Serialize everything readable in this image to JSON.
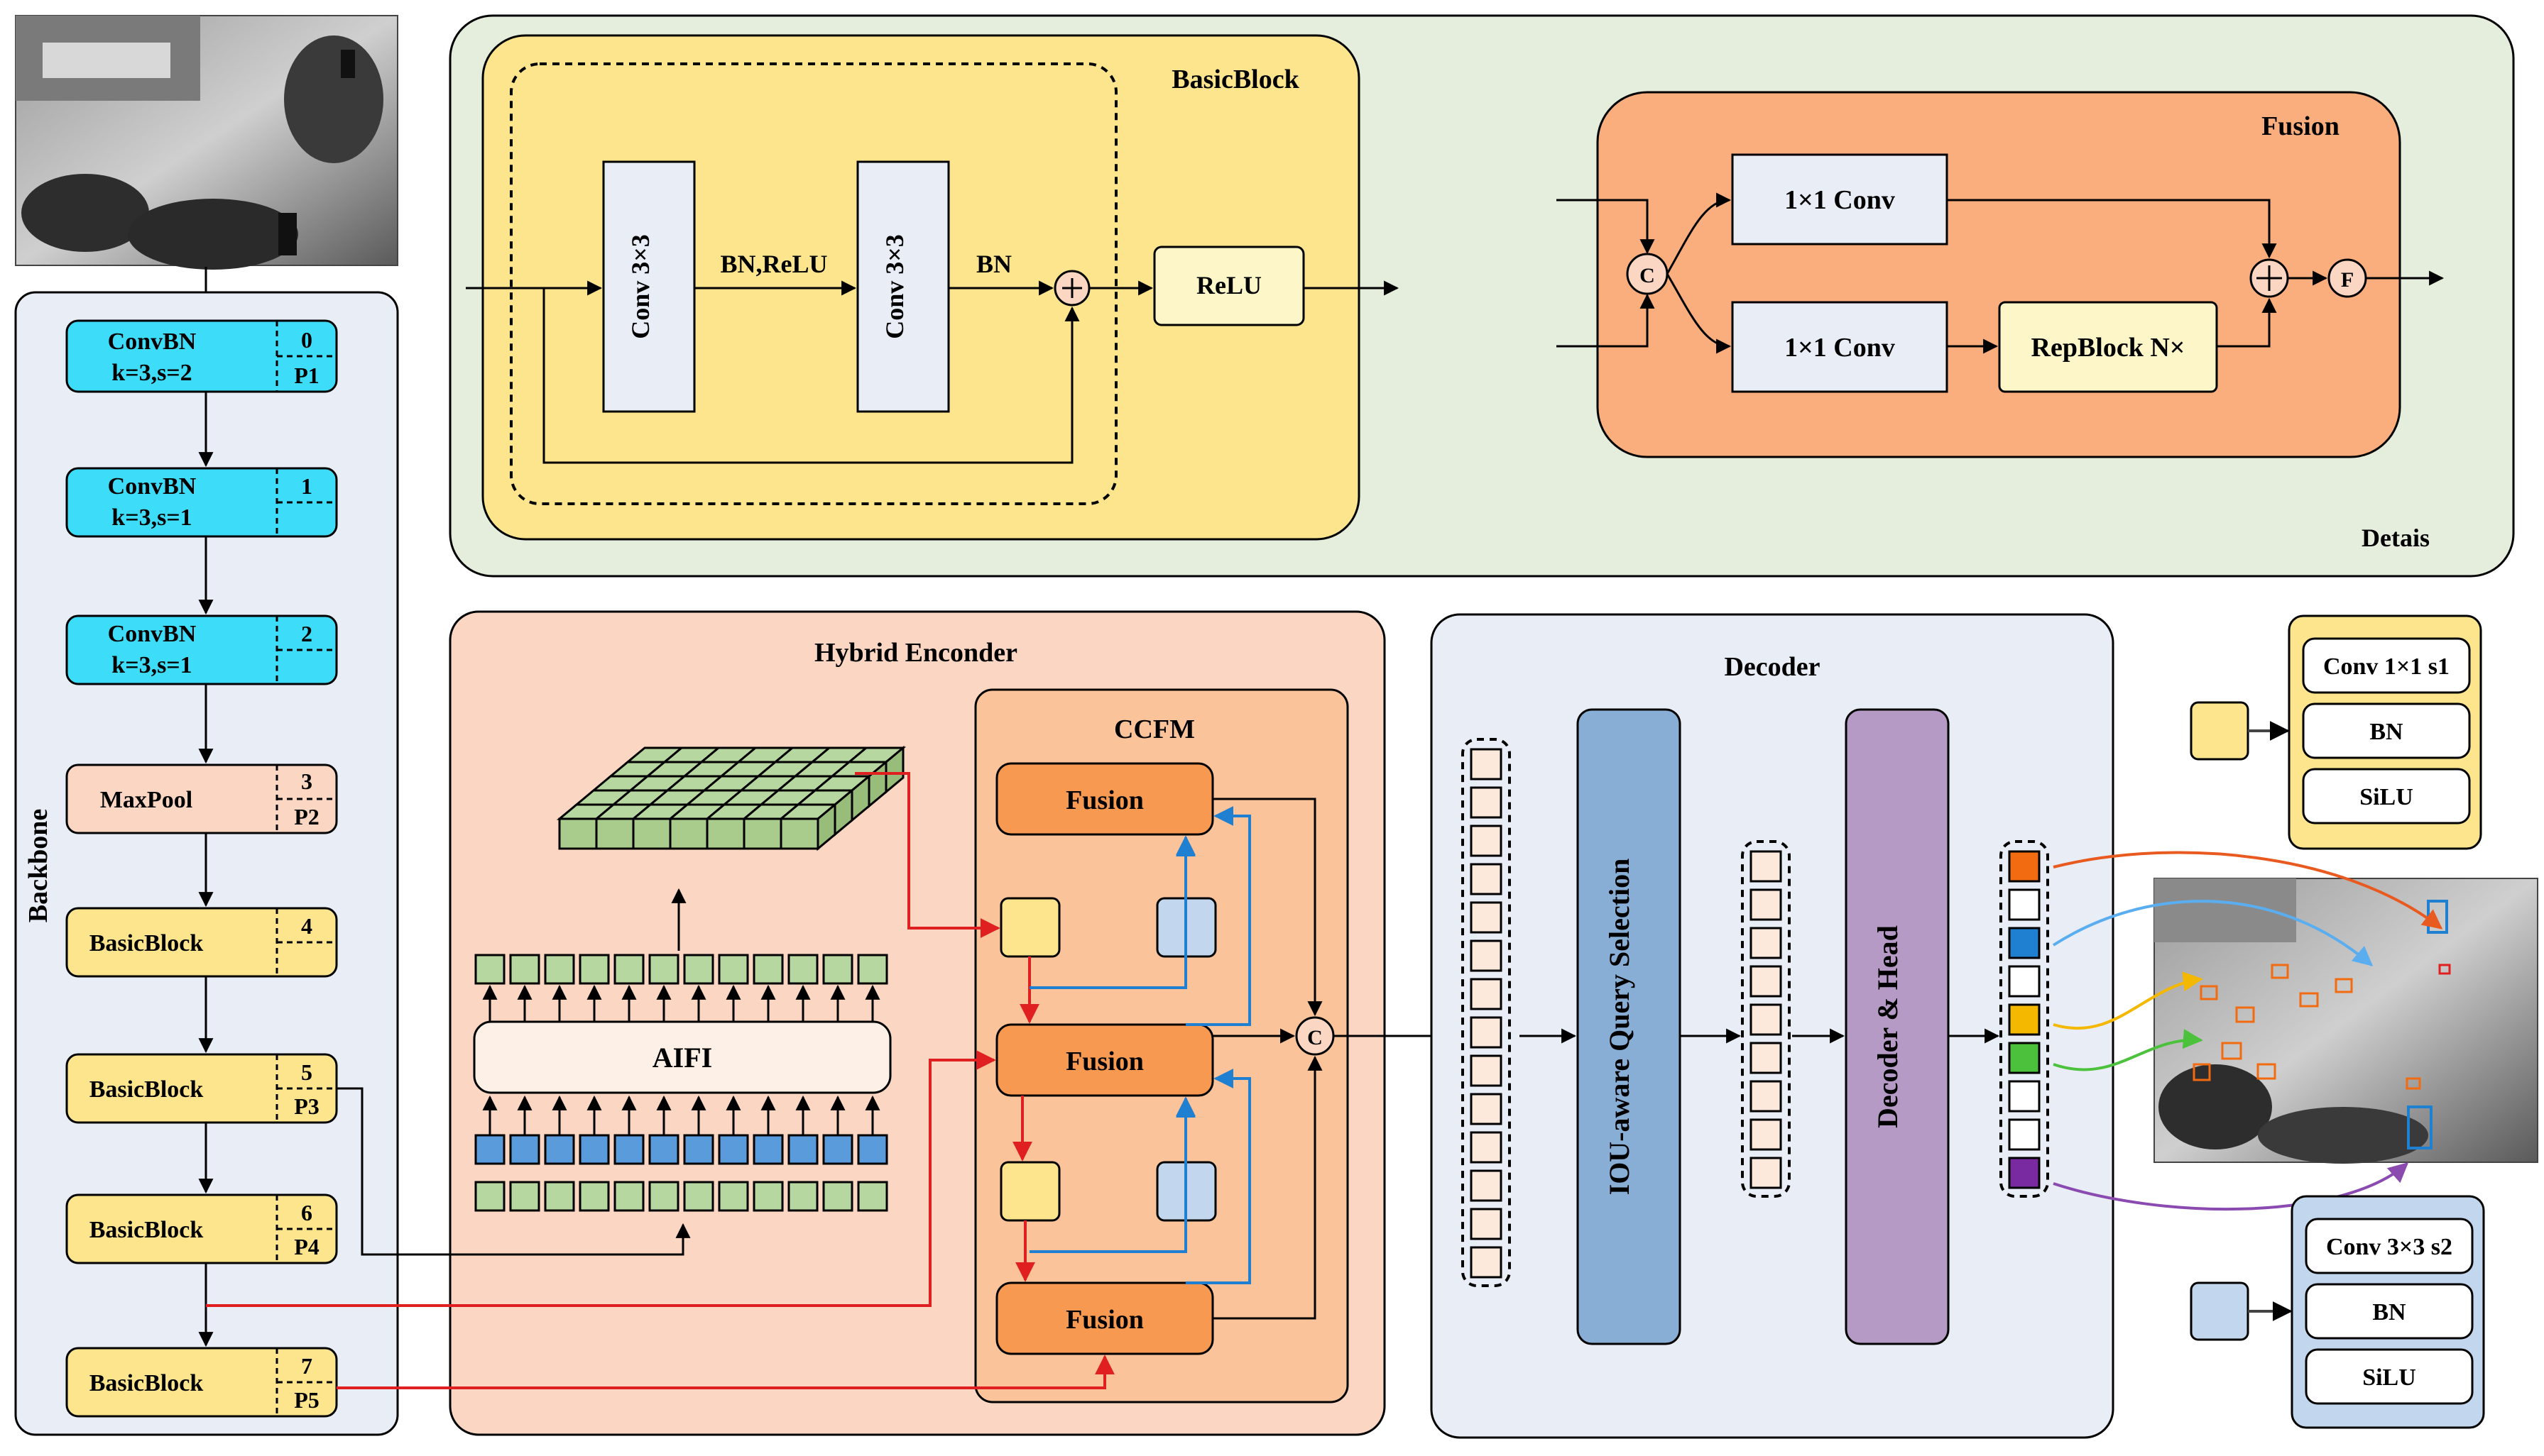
{
  "backbone": {
    "title": "Backbone",
    "blocks": [
      {
        "label": "ConvBN",
        "sub": "k=3,s=2",
        "index": "0",
        "tag": "P1",
        "color": "#3ddcf8"
      },
      {
        "label": "ConvBN",
        "sub": "k=3,s=1",
        "index": "1",
        "tag": "",
        "color": "#3ddcf8"
      },
      {
        "label": "ConvBN",
        "sub": "k=3,s=1",
        "index": "2",
        "tag": "",
        "color": "#3ddcf8"
      },
      {
        "label": "MaxPool",
        "sub": "",
        "index": "3",
        "tag": "P2",
        "color": "#fbd7c3"
      },
      {
        "label": "BasicBlock",
        "sub": "",
        "index": "4",
        "tag": "",
        "color": "#fde58d"
      },
      {
        "label": "BasicBlock",
        "sub": "",
        "index": "5",
        "tag": "P3",
        "color": "#fde58d"
      },
      {
        "label": "BasicBlock",
        "sub": "",
        "index": "6",
        "tag": "P4",
        "color": "#fde58d"
      },
      {
        "label": "BasicBlock",
        "sub": "",
        "index": "7",
        "tag": "P5",
        "color": "#fde58d"
      }
    ]
  },
  "details": {
    "title": "Detais",
    "basic_block": {
      "title": "BasicBlock",
      "conv1": "Conv 3×3",
      "conv2": "Conv 3×3",
      "bn_relu": "BN,ReLU",
      "bn": "BN",
      "relu": "ReLU"
    },
    "fusion": {
      "title": "Fusion",
      "conv_a": "1×1 Conv",
      "conv_b": "1×1 Conv",
      "repblock": "RepBlock N×",
      "concat": "C",
      "flatten": "F"
    }
  },
  "encoder": {
    "title": "Hybrid Enconder",
    "aifi": "AIFI",
    "ccfm": {
      "title": "CCFM",
      "fusion_top": "Fusion",
      "fusion_mid": "Fusion",
      "fusion_bot": "Fusion",
      "concat": "C"
    }
  },
  "decoder": {
    "title": "Decoder",
    "query_selection": "IOU-aware Query Selection",
    "decoder_head": "Decoder & Head",
    "output_colors": [
      "#f26b10",
      "#ffffff",
      "#1f7fd0",
      "#ffffff",
      "#f5b800",
      "#4cc23c",
      "#ffffff",
      "#ffffff",
      "#7a2aa0"
    ]
  },
  "legend": {
    "yellow": {
      "rows": [
        "Conv 1×1 s1",
        "BN",
        "SiLU"
      ]
    },
    "blue": {
      "rows": [
        "Conv 3×3 s2",
        "BN",
        "SiLU"
      ]
    }
  },
  "colors": {
    "details_bg": "#e5eedc",
    "basic_bg": "#fde58d",
    "fusion_bg": "#fbae7d",
    "encoder_bg": "#fbd7c3",
    "ccfm_bg": "#fbc399",
    "decoder_bg": "#e8edf6",
    "backbone_bg": "#e8edf6",
    "fusion_block": "#f79950",
    "query": "#88aed6",
    "dec_head": "#b49ac4",
    "token_blue": "#5a9bdc",
    "token_green": "#b7d7a0",
    "arrow_red": "#e02020",
    "arrow_blue": "#1f7fd0"
  }
}
